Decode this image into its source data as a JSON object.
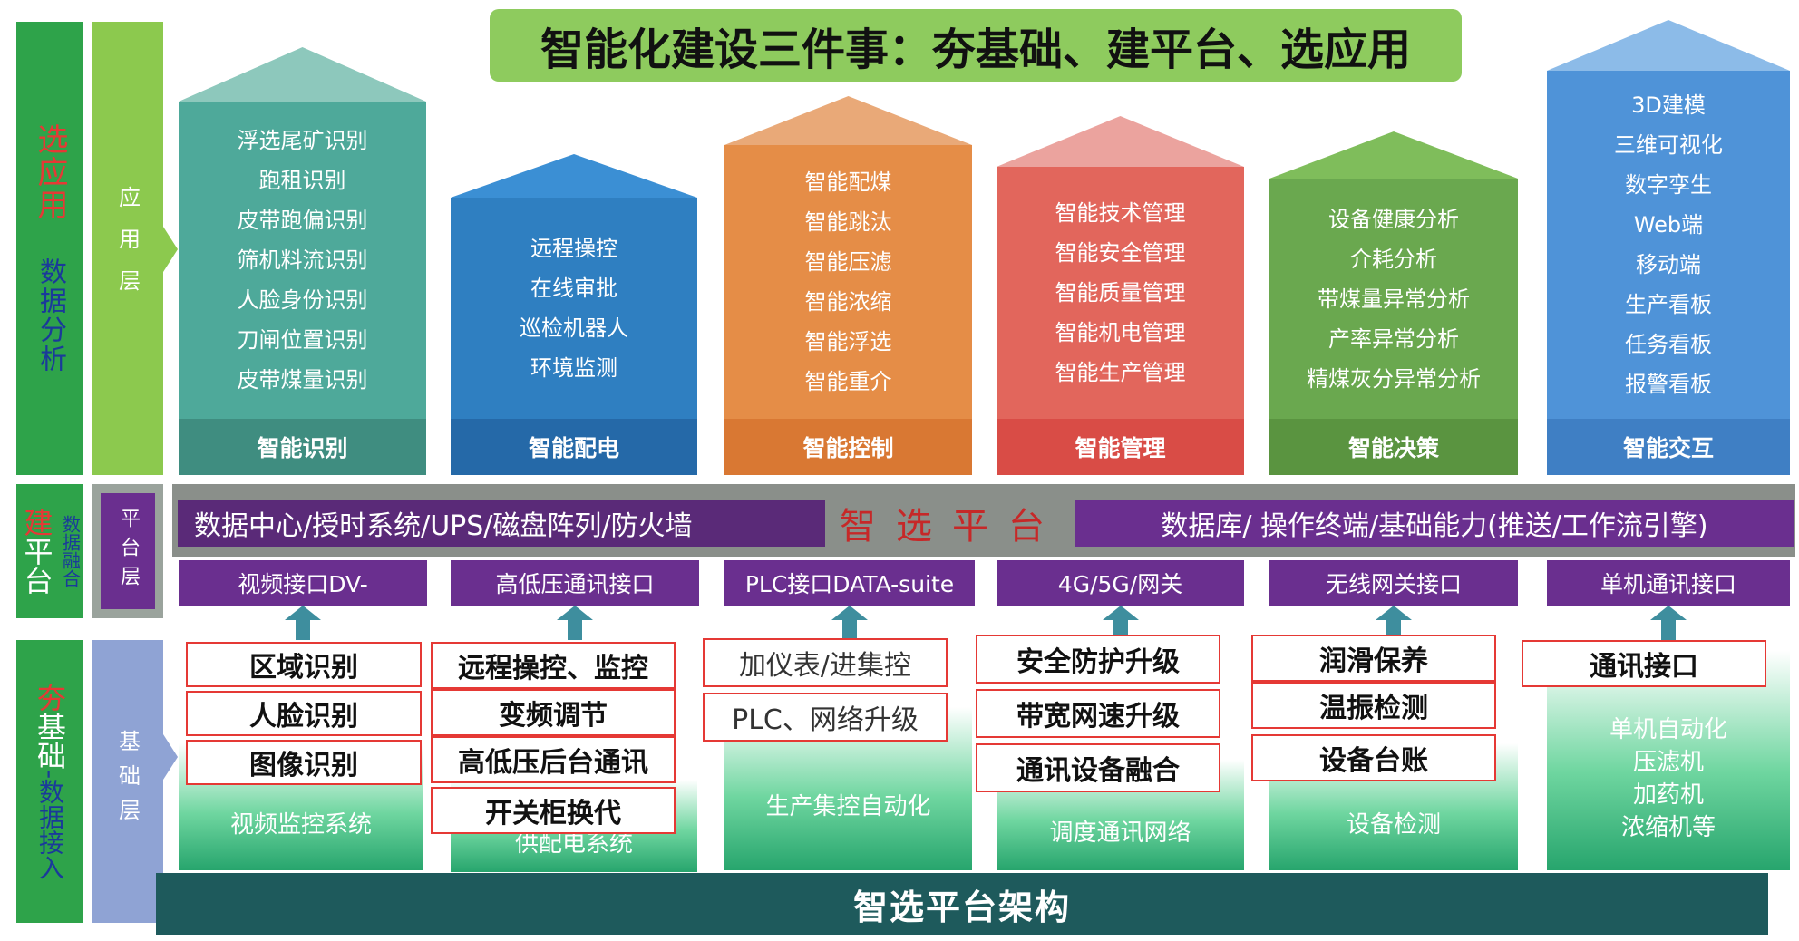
{
  "title": "智能化建设三件事：夯基础、建平台、选应用",
  "left": {
    "app_col1_red": "选",
    "app_col1_rest": "应用",
    "app_col1_sub": "数据分析",
    "app_col2": "应用层",
    "plat_col1_red": "建",
    "plat_col1_rest": "平台",
    "plat_col1_sub": "数据融合",
    "plat_col2": "平台层",
    "base_col1_red": "夯",
    "base_col1_rest": "基础",
    "base_col1_sub": "-数据接入",
    "base_col2": "基础层"
  },
  "houses": [
    {
      "color": "#4ea99a",
      "roof": "#8dc8bc",
      "footer": "#3f8d80",
      "items": [
        "浮选尾矿识别",
        "跑租识别",
        "皮带跑偏识别",
        "筛机料流识别",
        "人脸身份识别",
        "刀闸位置识别",
        "皮带煤量识别"
      ],
      "label": "智能识别"
    },
    {
      "color": "#2f7fc1",
      "roof": "#3b8fd4",
      "footer": "#2569a8",
      "items": [
        "远程操控",
        "在线审批",
        "巡检机器人",
        "环境监测"
      ],
      "label": "智能配电"
    },
    {
      "color": "#e58d47",
      "roof": "#e9a978",
      "footer": "#d97833",
      "items": [
        "智能配煤",
        "智能跳汰",
        "智能压滤",
        "智能浓缩",
        "智能浮选",
        "智能重介"
      ],
      "label": "智能控制"
    },
    {
      "color": "#e2665c",
      "roof": "#eba39e",
      "footer": "#d94c46",
      "items": [
        "智能技术管理",
        "智能安全管理",
        "智能质量管理",
        "智能机电管理",
        "智能生产管理"
      ],
      "label": "智能管理"
    },
    {
      "color": "#6aa84f",
      "roof": "#7fbd5b",
      "footer": "#5a9440",
      "items": [
        "设备健康分析",
        "介耗分析",
        "带煤量异常分析",
        "产率异常分析",
        "精煤灰分异常分析"
      ],
      "label": "智能决策"
    },
    {
      "color": "#4f93d8",
      "roof": "#8cbbe8",
      "footer": "#3f7fc4",
      "items": [
        "3D建模",
        "三维可视化",
        "数字孪生",
        "Web端",
        "移动端",
        "生产看板",
        "任务看板",
        "报警看板"
      ],
      "label": "智能交互"
    }
  ],
  "platform": {
    "left": "数据中心/授时系统/UPS/磁盘阵列/防火墙",
    "center": "智选平台",
    "right": "数据库/ 操作终端/基础能力(推送/工作流引擎)"
  },
  "interfaces": [
    "视频接口DV-",
    "高低压通讯接口",
    "PLC接口DATA-suite",
    "4G/5G/网关",
    "无线网关接口",
    "单机通讯接口"
  ],
  "base_columns": [
    {
      "boxes": [
        "区域识别",
        "人脸识别",
        "图像识别"
      ],
      "base": "视频监控系统"
    },
    {
      "boxes": [
        "远程操控、监控",
        "变频调节",
        "高低压后台通讯",
        "开关柜换代"
      ],
      "base": "供配电系统"
    },
    {
      "boxes": [
        "加仪表/进集控",
        "PLC、网络升级"
      ],
      "base": "生产集控自动化"
    },
    {
      "boxes": [
        "安全防护升级",
        "带宽网速升级",
        "通讯设备融合"
      ],
      "base": "调度通讯网络"
    },
    {
      "boxes": [
        "润滑保养",
        "温振检测",
        "设备台账"
      ],
      "base": "设备检测"
    },
    {
      "boxes": [
        "通讯接口"
      ],
      "base": "单机自动化\n压滤机\n加药机\n浓缩机等"
    }
  ],
  "bottom": "智选平台架构",
  "colors": {
    "red": "#e53935",
    "purple": "#6a2f8f",
    "green": "#2ea34a",
    "teal": "#1e5a5c"
  }
}
